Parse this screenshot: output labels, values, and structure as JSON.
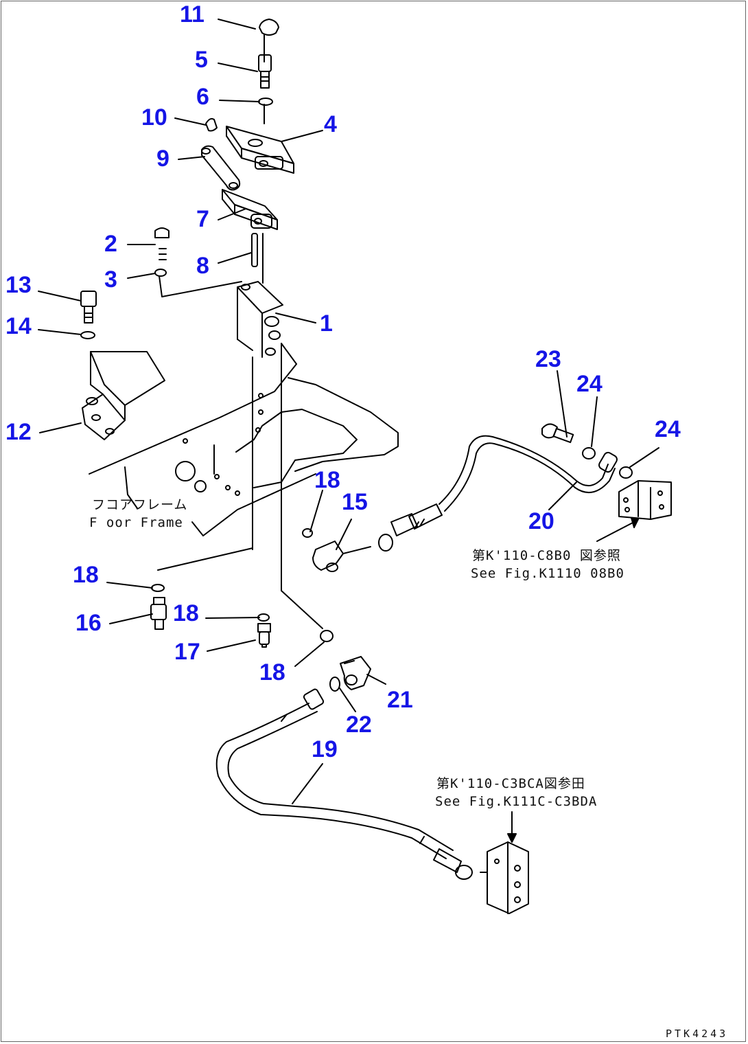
{
  "figure_code": "PTK4243",
  "parts": [
    {
      "id": "11",
      "label": "11"
    },
    {
      "id": "5",
      "label": "5"
    },
    {
      "id": "6",
      "label": "6"
    },
    {
      "id": "10",
      "label": "10"
    },
    {
      "id": "4",
      "label": "4"
    },
    {
      "id": "9",
      "label": "9"
    },
    {
      "id": "7",
      "label": "7"
    },
    {
      "id": "2",
      "label": "2"
    },
    {
      "id": "8",
      "label": "8"
    },
    {
      "id": "3",
      "label": "3"
    },
    {
      "id": "13",
      "label": "13"
    },
    {
      "id": "1",
      "label": "1"
    },
    {
      "id": "14",
      "label": "14"
    },
    {
      "id": "12",
      "label": "12"
    },
    {
      "id": "23",
      "label": "23"
    },
    {
      "id": "24a",
      "label": "24"
    },
    {
      "id": "24b",
      "label": "24"
    },
    {
      "id": "18a",
      "label": "18"
    },
    {
      "id": "15",
      "label": "15"
    },
    {
      "id": "20",
      "label": "20"
    },
    {
      "id": "18b",
      "label": "18"
    },
    {
      "id": "18c",
      "label": "18"
    },
    {
      "id": "16",
      "label": "16"
    },
    {
      "id": "17",
      "label": "17"
    },
    {
      "id": "18d",
      "label": "18"
    },
    {
      "id": "21",
      "label": "21"
    },
    {
      "id": "22",
      "label": "22"
    },
    {
      "id": "19",
      "label": "19"
    }
  ],
  "notes": {
    "floor_frame_jp": "フコアフレーム",
    "floor_frame_en": "F oor Frame",
    "ref1_jp": "第K'110-C8B0 図参照",
    "ref1_en": "See Fig.K1110 08B0",
    "ref2_jp": "第K'110-C3BCA図参田",
    "ref2_en": "See Fig.K111C-C3BDA"
  }
}
